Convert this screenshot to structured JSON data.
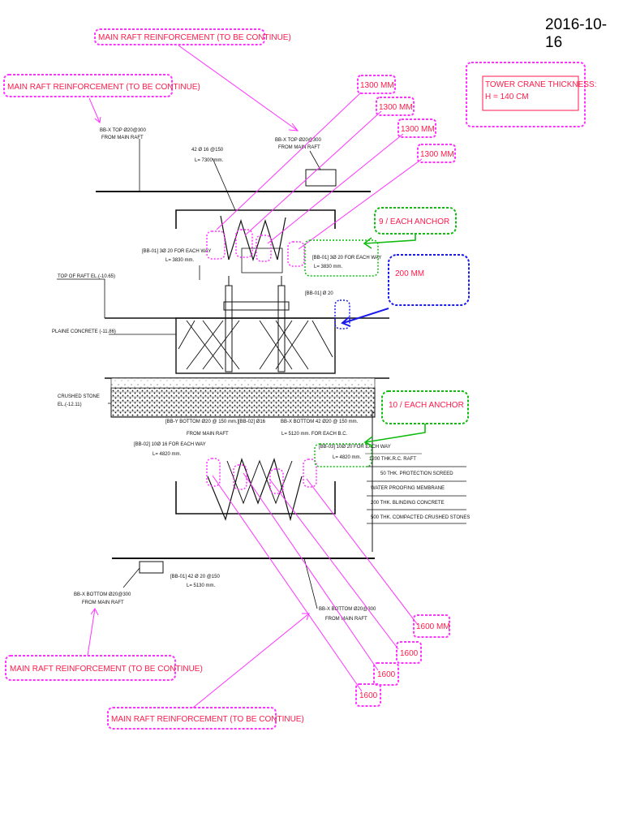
{
  "date": "2016-10-16",
  "callouts": {
    "main_raft_1": "MAIN RAFT REINFORCEMENT (TO BE CONTINUE)",
    "main_raft_2": "MAIN RAFT REINFORCEMENT (TO BE CONTINUE)",
    "main_raft_3": "MAIN RAFT REINFORCEMENT (TO BE CONTINUE)",
    "main_raft_4": "MAIN RAFT REINFORCEMENT (TO BE CONTINUE)",
    "tower_crane_line1": "TOWER CRANE THICKNESS:",
    "tower_crane_line2": "H = 140 CM",
    "top_1300": [
      "1300 MM",
      "1300 MM",
      "1300 MM",
      "1300 MM"
    ],
    "bottom_1600": [
      "1600 MM",
      "1600",
      "1600",
      "1600"
    ],
    "anchor_top": "9 / EACH ANCHOR",
    "anchor_bottom": "10 / EACH ANCHOR",
    "cover": "200 MM"
  },
  "labels": {
    "bb_x_top_left": "BB-X TOP Ø20@300",
    "from_main_raft_tl": "FROM MAIN RAFT",
    "bb_x_top_mid": "BB-X TOP Ø20@300",
    "from_main_raft_tm": "FROM MAIN RAFT",
    "bar_42_16": "42 Ø 16 @150",
    "len_7300": "L= 7300 mm.",
    "bb01_left": "[BB-01] 3Ø 20 FOR EACH WAY",
    "len_3830_left": "L= 3830 mm.",
    "bb01_right": "[BB-01] 3Ø 20 FOR EACH WAY",
    "len_3830_right": "L= 3830 mm.",
    "bb01_mid": "[BB-01] Ø 20",
    "top_of_raft": "TOP OF RAFT EL.(-10.65)",
    "plain_concrete": "PLAINE CONCRETE (-11.86)",
    "crushed_stone": "CRUSHED STONE",
    "crushed_stone_el": "EL.(-12.11)",
    "bb_y_bottom": "[BB-Y BOTTOM Ø20 @ 150 mm.]",
    "from_main_raft_mid": "FROM MAIN RAFT",
    "bb02": "[BB-02] Ø16",
    "bb_x_bottom_42": "BB-X BOTTOM 42 Ø20 @ 150 mm.",
    "len_5120": "L= 5120 mm. FOR EACH B.C.",
    "bb02_left": "[BB-02] 10Ø 16 FOR EACH WAY",
    "len_4820_left": "L= 4820 mm.",
    "bb03_right": "[BB-03] 10Ø 20 FOR EACH WAY",
    "len_4820_right": "L= 4820 mm.",
    "bb01_bottom": "[BB-01] 42 Ø 20 @150",
    "len_5130": "L= 5130 mm.",
    "bb_x_bottom_left": "BB-X BOTTOM Ø20@300",
    "from_main_raft_bl": "FROM MAIN RAFT",
    "bb_x_bottom_mid": "BB-X BOTTOM Ø20@300",
    "from_main_raft_bm": "FROM MAIN RAFT"
  },
  "layers": [
    "1200 THK.R.C. RAFT",
    "50 THK. PROTECTION SCREED",
    "WATER PROOFING MEMBRANE",
    "200 THK. BLINDING CONCRETE",
    "500 THK. COMPACTED CRUSHED STONES"
  ],
  "colors": {
    "magenta": "#ff33ff",
    "red_text": "#ff1a4a",
    "green": "#11bb11",
    "blue": "#1a1aee"
  }
}
